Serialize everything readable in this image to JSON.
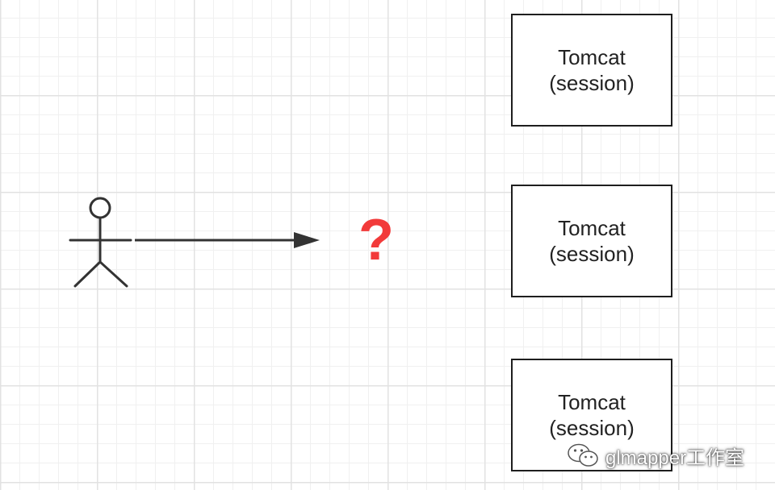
{
  "diagram": {
    "user": {
      "icon": "stick-figure-actor-icon"
    },
    "connector": {
      "icon": "arrow-right-icon"
    },
    "question_mark": "?",
    "servers": [
      {
        "name": "Tomcat",
        "detail": "(session)"
      },
      {
        "name": "Tomcat",
        "detail": "(session)"
      },
      {
        "name": "Tomcat",
        "detail": "(session)"
      }
    ]
  },
  "watermark": {
    "icon": "wechat-icon",
    "text": "glmapper工作室"
  },
  "colors": {
    "line": "#333333",
    "border": "#1e1e1e",
    "question": "#f23a3a",
    "grid_major": "#e2e2e2",
    "grid_minor": "#f0f0f0"
  }
}
